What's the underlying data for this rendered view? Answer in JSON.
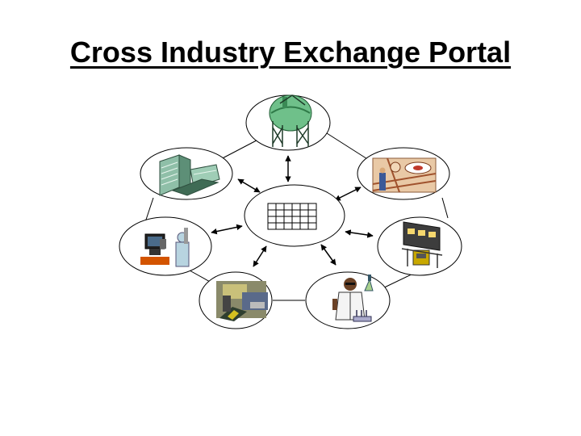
{
  "title": "Cross Industry Exchange Portal",
  "nodes": [
    {
      "id": "top",
      "icon": "industrial-storage-tank-icon"
    },
    {
      "id": "upper-left",
      "icon": "office-buildings-icon"
    },
    {
      "id": "upper-right",
      "icon": "automotive-manufacturing-icon"
    },
    {
      "id": "left",
      "icon": "computer-operator-lab-icon"
    },
    {
      "id": "right",
      "icon": "rail-transport-icon"
    },
    {
      "id": "lower-left",
      "icon": "energy-industry-collage-icon"
    },
    {
      "id": "lower-right",
      "icon": "lab-scientist-icon"
    },
    {
      "id": "center",
      "icon": "exchange-grid-icon"
    }
  ],
  "colors": {
    "outline": "#000000",
    "background": "#ffffff"
  }
}
